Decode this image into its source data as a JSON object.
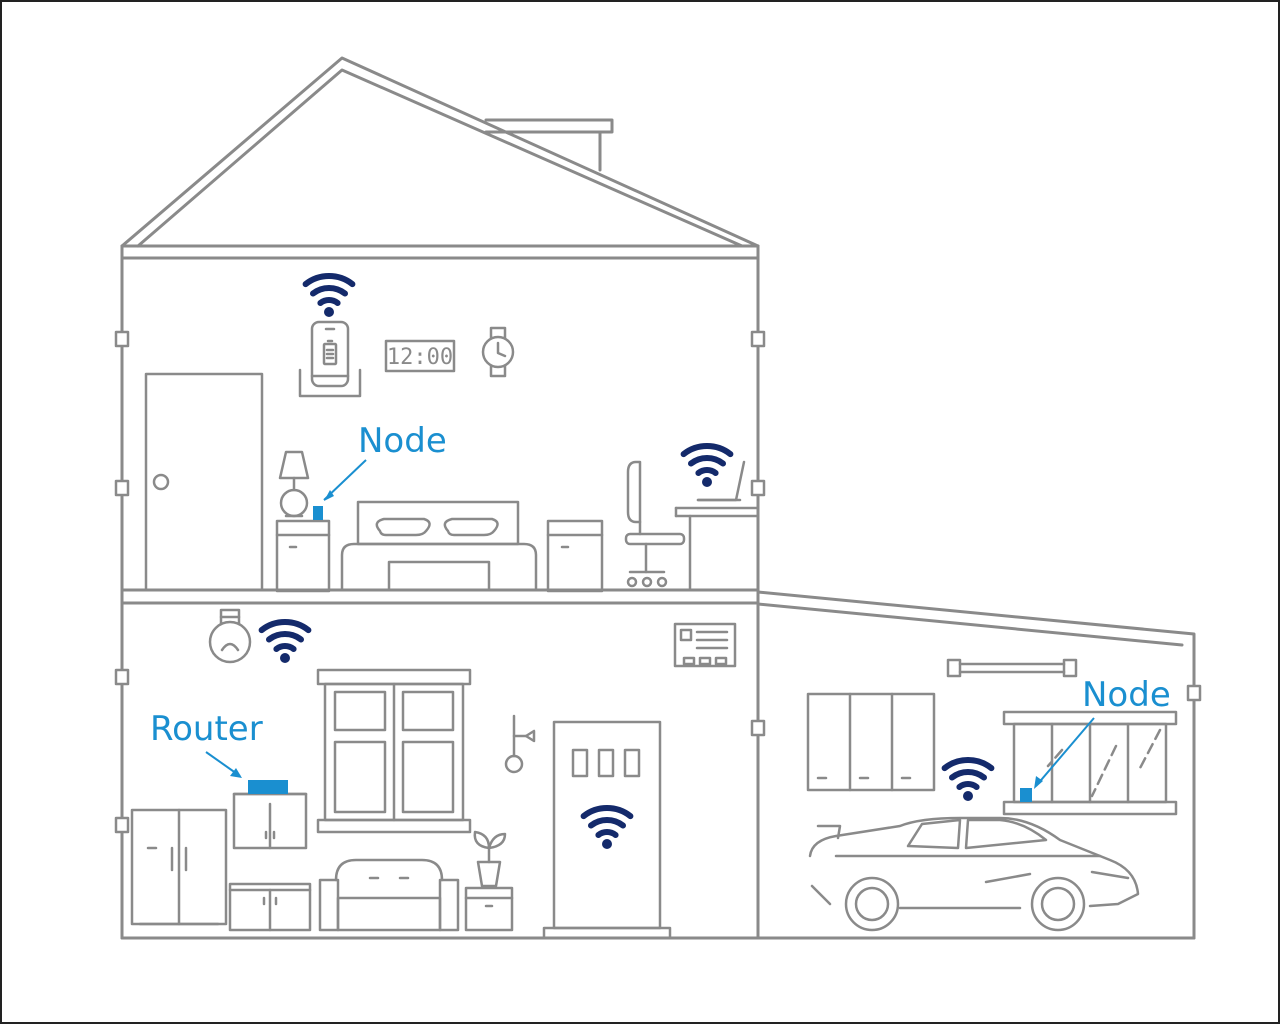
{
  "colors": {
    "outline": "#8a8a8a",
    "wifi": "#142a6b",
    "accent": "#1a8fd0",
    "background": "#ffffff"
  },
  "labels": {
    "node_bedroom": "Node",
    "node_garage": "Node",
    "router": "Router",
    "clock_display": "12:00"
  },
  "devices": [
    {
      "name": "router",
      "label_key": "router",
      "room": "living-room"
    },
    {
      "name": "node-bedroom",
      "label_key": "node_bedroom",
      "room": "bedroom"
    },
    {
      "name": "node-garage",
      "label_key": "node_garage",
      "room": "garage"
    }
  ],
  "icons": [
    "wifi-icon",
    "smartphone-icon",
    "battery-icon",
    "digital-clock-icon",
    "watch-icon",
    "lamp-icon",
    "light-bulb-icon",
    "laptop-icon",
    "thermostat-icon",
    "plant-icon",
    "car-icon"
  ]
}
